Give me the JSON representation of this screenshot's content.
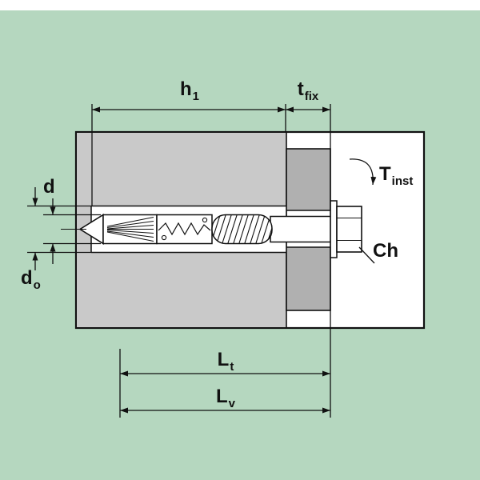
{
  "colors": {
    "background": "#b5d7bf",
    "top_strip": "#ffffff",
    "base_material": "#c9c9c9",
    "fixture": "#b0b0b0",
    "line": "#111111"
  },
  "labels": {
    "h1": {
      "base": "h",
      "sub": "1"
    },
    "tfix": {
      "base": "t",
      "sub": "fix"
    },
    "d": {
      "base": "d",
      "sub": ""
    },
    "d0": {
      "base": "d",
      "sub": "o"
    },
    "Lt": {
      "base": "L",
      "sub": "t"
    },
    "Lv": {
      "base": "L",
      "sub": "v"
    },
    "Tinst": {
      "base": "T",
      "sub": "inst"
    },
    "Ch": {
      "base": "Ch",
      "sub": ""
    }
  }
}
